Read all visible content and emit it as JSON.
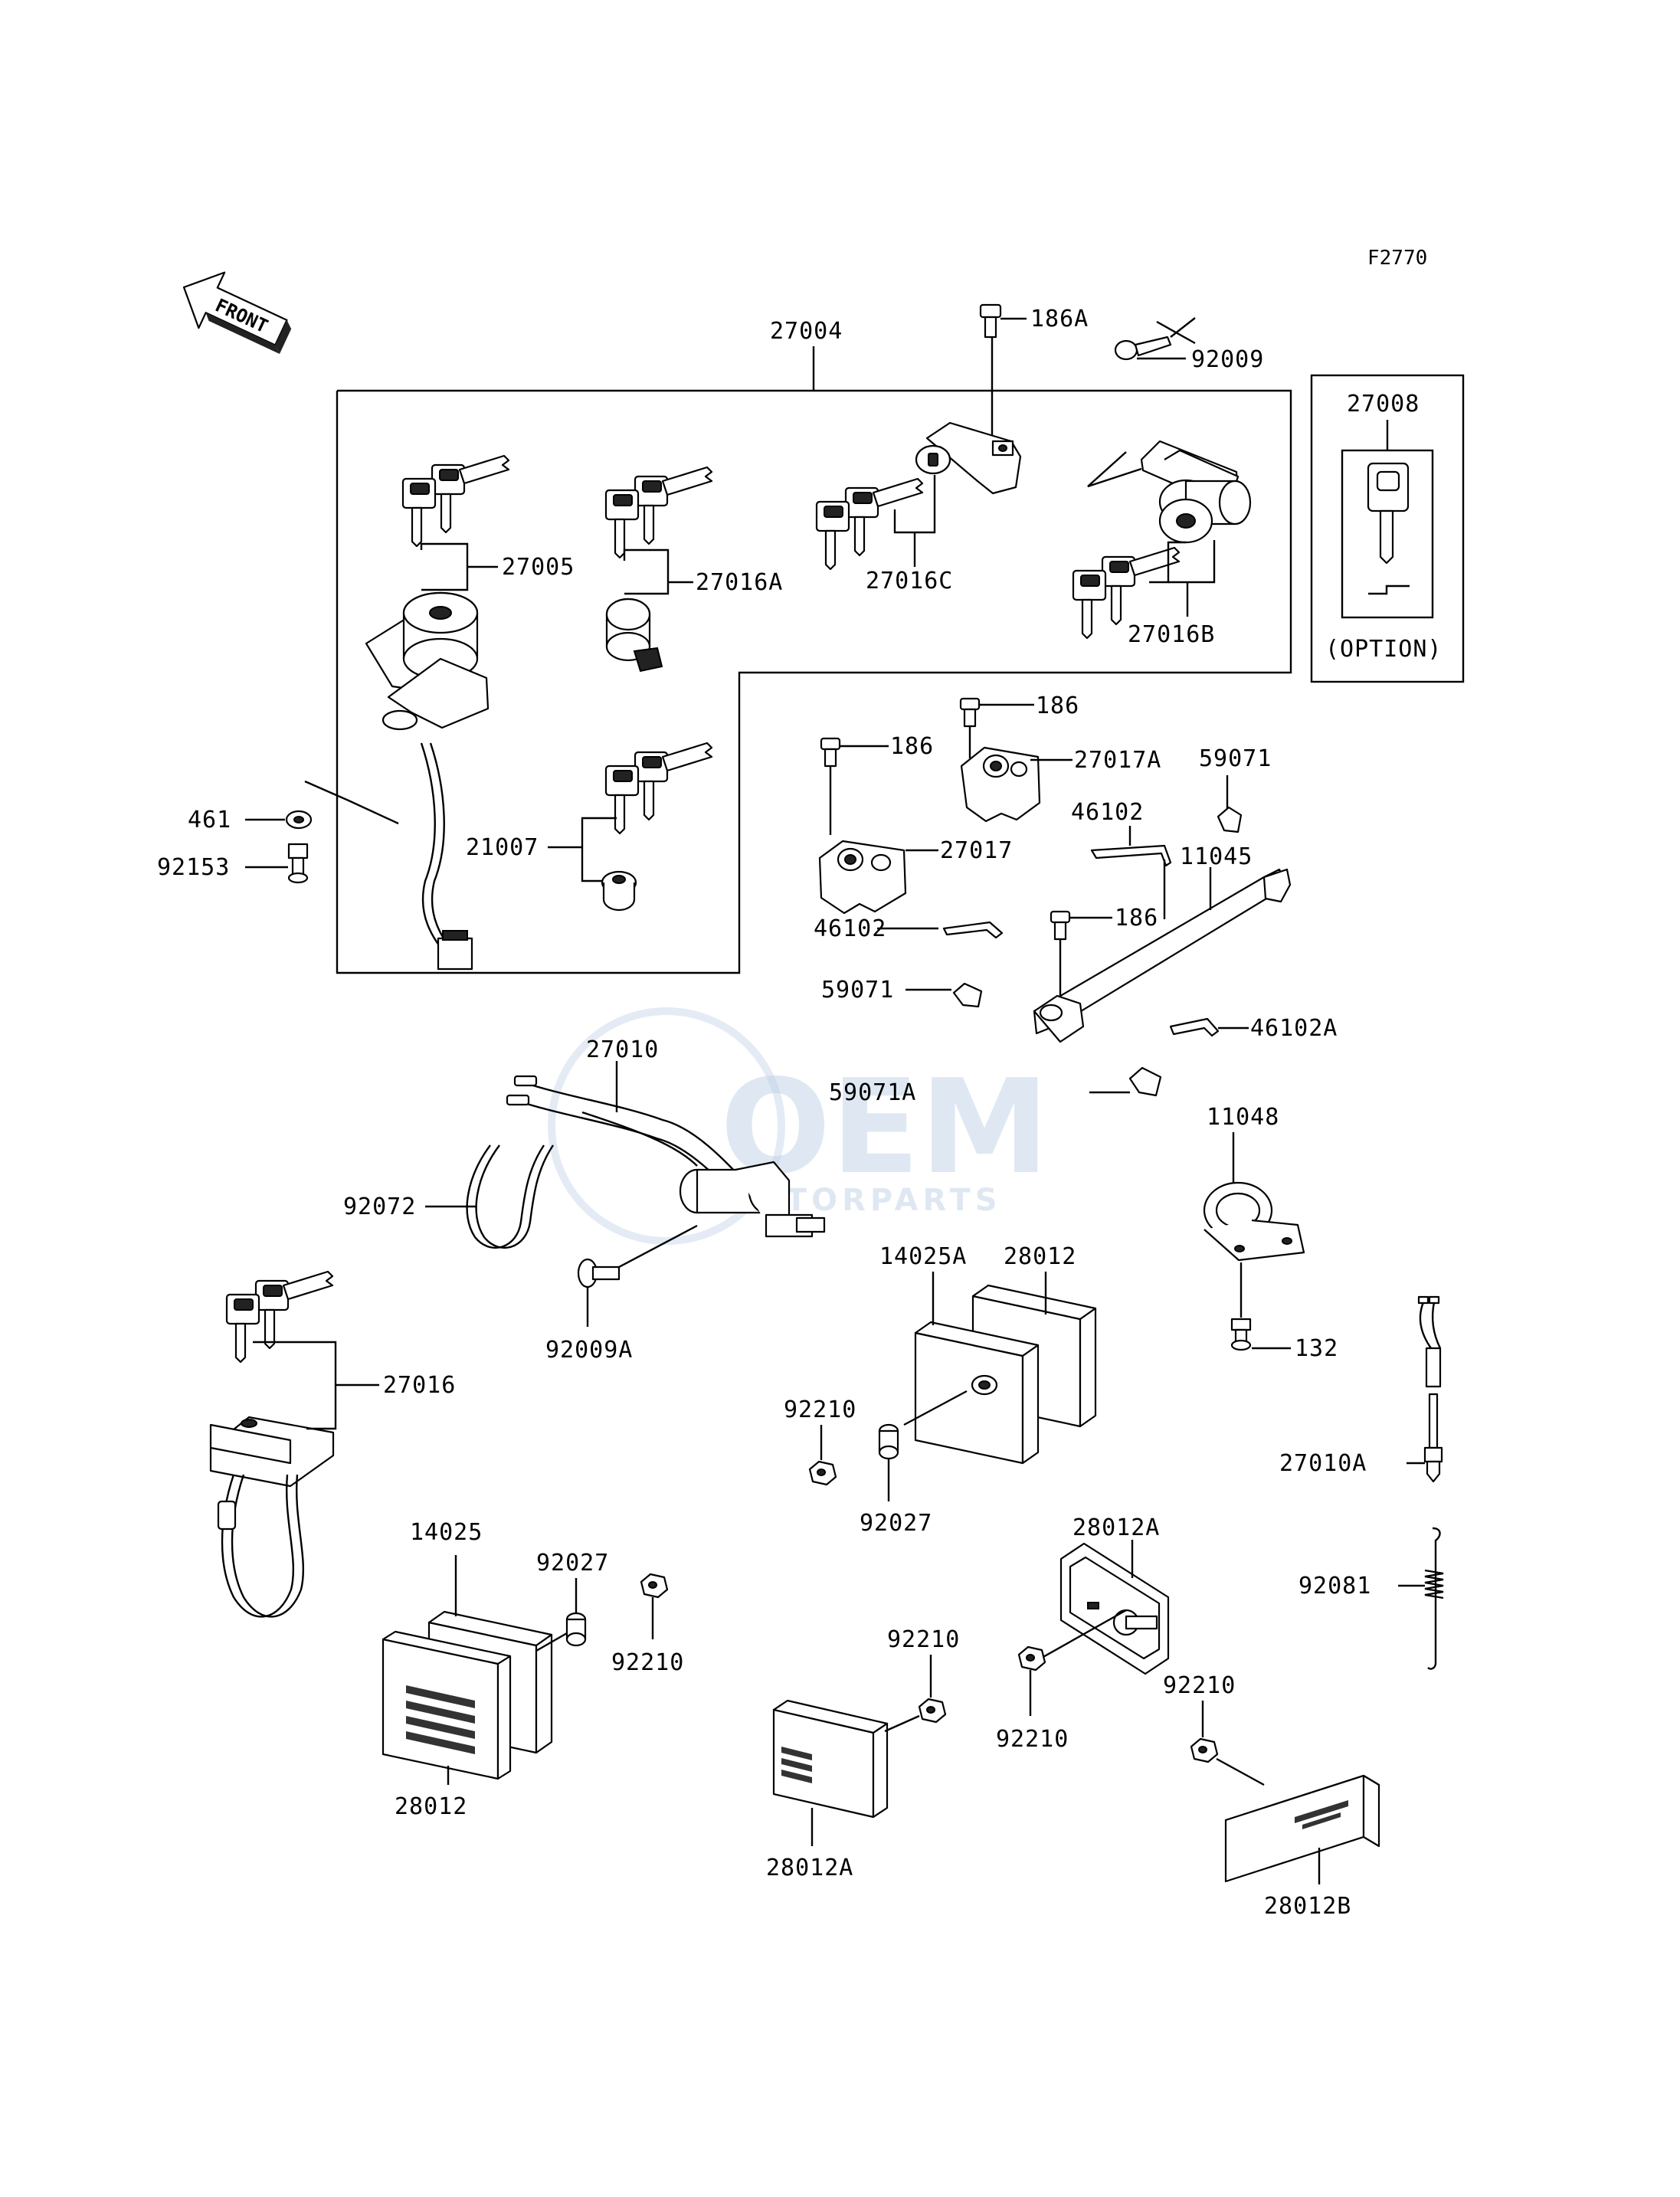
{
  "figure_code": "F2770",
  "front_label": "FRONT",
  "watermark": {
    "brand": "OEM",
    "sub": "MOTORPARTS"
  },
  "option_box": {
    "part": "27008",
    "caption": "(OPTION)"
  },
  "labels": {
    "p27004": "27004",
    "p186A": "186A",
    "p92009": "92009",
    "p27005": "27005",
    "p27016A": "27016A",
    "p27016C": "27016C",
    "p27016B": "27016B",
    "p461": "461",
    "p92153": "92153",
    "p21007": "21007",
    "p186_a": "186",
    "p186_b": "186",
    "p27017A": "27017A",
    "p59071_a": "59071",
    "p27017": "27017",
    "p46102_a": "46102",
    "p11045": "11045",
    "p46102_b": "46102",
    "p186_c": "186",
    "p59071_b": "59071",
    "p46102A": "46102A",
    "p27010": "27010",
    "p59071A": "59071A",
    "p11048": "11048",
    "p92072": "92072",
    "p92009A": "92009A",
    "p14025A": "14025A",
    "p28012_a": "28012",
    "p132": "132",
    "p27016": "27016",
    "p92210_a": "92210",
    "p92027_a": "92027",
    "p27010A": "27010A",
    "p28012A_a": "28012A",
    "p14025": "14025",
    "p92027_b": "92027",
    "p92081": "92081",
    "p92210_b": "92210",
    "p92210_c": "92210",
    "p92210_d": "92210",
    "p92210_e": "92210",
    "p28012_b": "28012",
    "p28012A_b": "28012A",
    "p28012B": "28012B"
  }
}
